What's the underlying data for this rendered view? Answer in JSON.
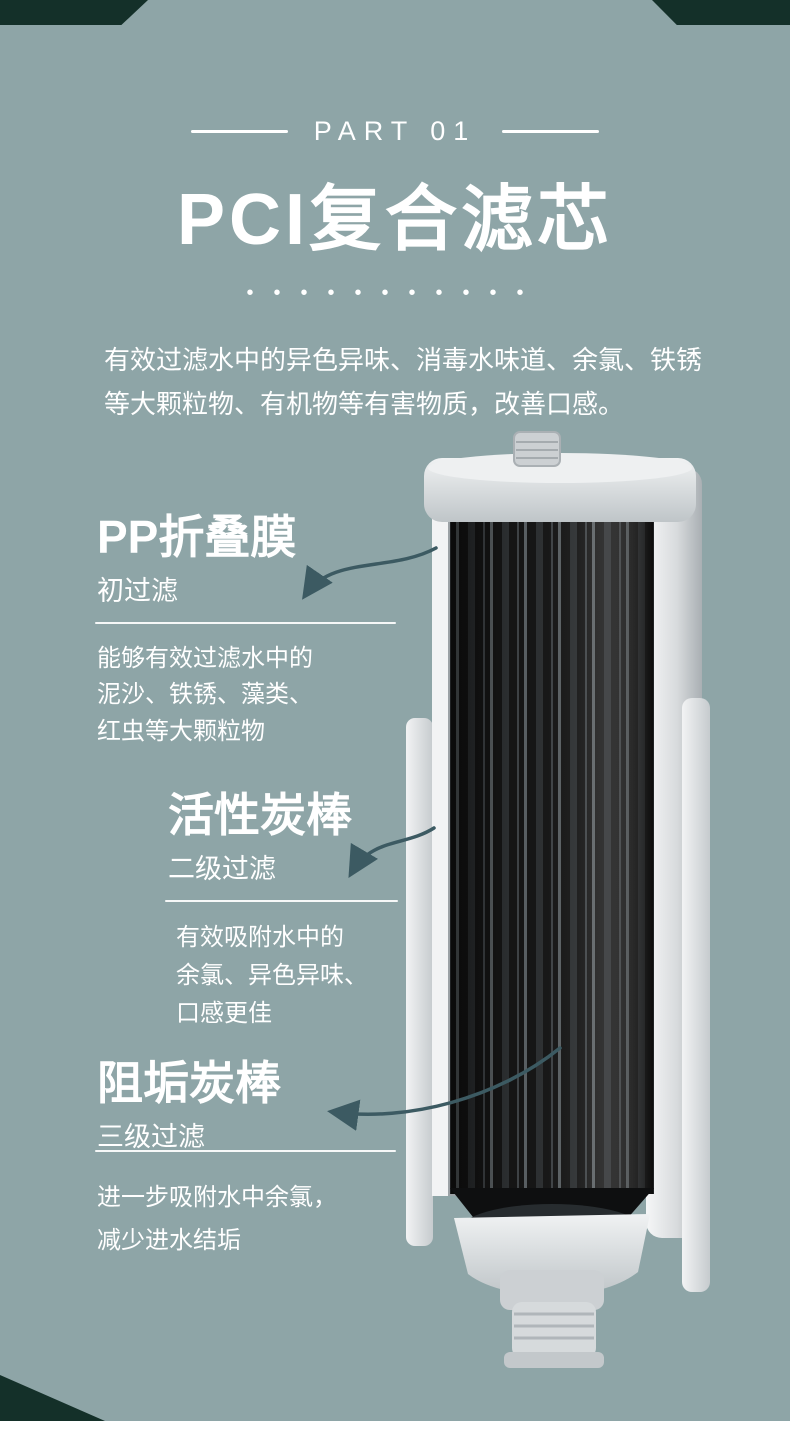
{
  "colors": {
    "background": "#8EA5A7",
    "ribbon": "#143029",
    "text": "#FFFFFF",
    "arrow": "#3C5A62"
  },
  "header": {
    "part_label": "PART 01",
    "title": "PCI复合滤芯",
    "dots": "•••••••••••",
    "intro": "有效过滤水中的异色异味、消毒水味道、余氯、铁锈\n等大颗粒物、有机物等有害物质，改善口感。"
  },
  "callouts": [
    {
      "title": "PP折叠膜",
      "subtitle": "初过滤",
      "desc": "能够有效过滤水中的\n泥沙、铁锈、藻类、\n红虫等大颗粒物"
    },
    {
      "title": "活性炭棒",
      "subtitle": "二级过滤",
      "desc": "有效吸附水中的\n余氯、异色异味、\n口感更佳"
    },
    {
      "title": "阻垢炭棒",
      "subtitle": "三级过滤",
      "desc": "进一步吸附水中余氯，\n减少进水结垢"
    }
  ]
}
